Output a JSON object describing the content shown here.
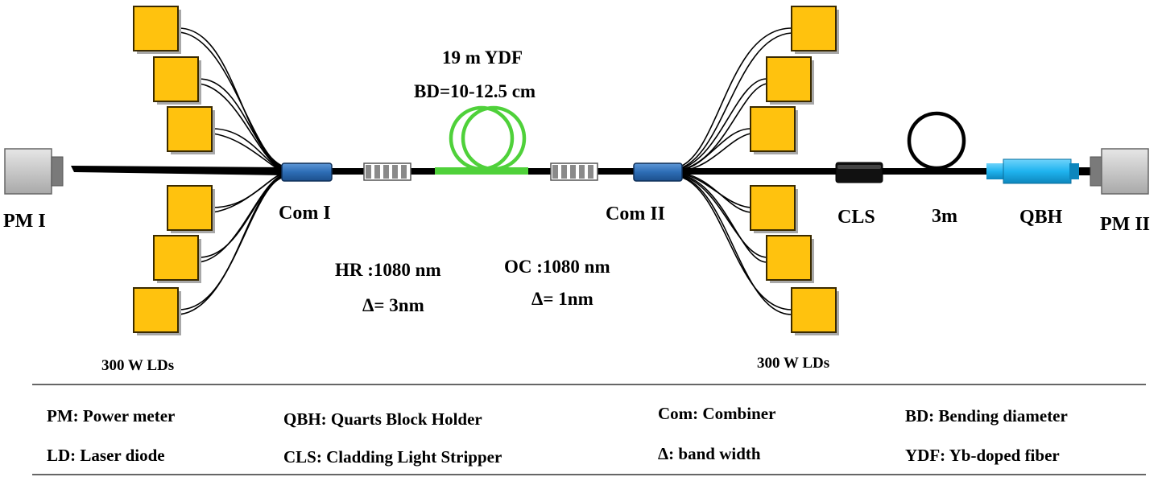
{
  "components": {
    "pm_left": "PM I",
    "pm_right": "PM II",
    "com_left": "Com I",
    "com_right": "Com II",
    "cls": "CLS",
    "fiber_length": "3m",
    "qbh": "QBH",
    "ld_left": "300 W LDs",
    "ld_right": "300 W LDs"
  },
  "ydf": {
    "line1": "19 m YDF",
    "line2": "BD=10-12.5 cm"
  },
  "gratings": {
    "hr_line1": "HR :1080 nm",
    "hr_line2": "Δ= 3nm",
    "oc_line1": "OC :1080 nm",
    "oc_line2": "Δ= 1nm"
  },
  "legend": [
    [
      "PM: Power meter",
      "QBH: Quarts Block Holder",
      "Com: Combiner",
      "BD: Bending diameter"
    ],
    [
      "LD: Laser diode",
      "CLS: Cladding Light Stripper",
      "Δ: band width",
      "YDF: Yb-doped fiber"
    ]
  ],
  "colors": {
    "ld_fill": "#ffc20e",
    "combiner": "#2d6db5",
    "ydf_green": "#4fd13a",
    "qbh_blue": "#1fb3ef",
    "fiber": "#000000"
  }
}
